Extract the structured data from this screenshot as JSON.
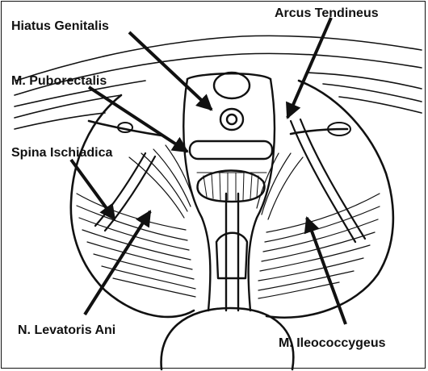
{
  "figure": {
    "labels": {
      "hiatus_genitalis": "Hiatus Genitalis",
      "arcus_tendineus": "Arcus Tendineus",
      "m_puborectalis": "M. Puborectalis",
      "spina_ischiadica": "Spina Ischiadica",
      "n_levatoris_ani": "N. Levatoris Ani",
      "m_ileococcygeus": "M. Ileococcygeus"
    }
  }
}
